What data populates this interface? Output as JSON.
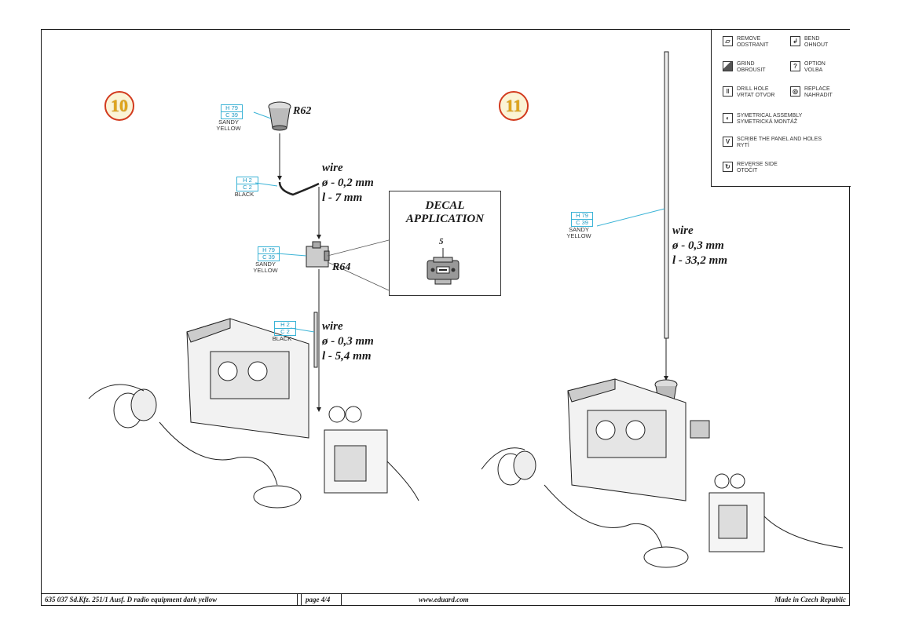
{
  "steps": {
    "step10": "10",
    "step11": "11"
  },
  "paints": {
    "r62": {
      "h": "H 79",
      "c": "C 39",
      "name": "SANDY\nYELLOW"
    },
    "wire1": {
      "h": "H 2",
      "c": "C 2",
      "name": "BLACK"
    },
    "r64": {
      "h": "H 79",
      "c": "C 39",
      "name": "SANDY\nYELLOW"
    },
    "wire2": {
      "h": "H 2",
      "c": "C 2",
      "name": "BLACK"
    },
    "antenna": {
      "h": "H 79",
      "c": "C 39",
      "name": "SANDY\nYELLOW"
    }
  },
  "parts": {
    "r62": "R62",
    "r64": "R64"
  },
  "wires": {
    "w1": {
      "title": "wire",
      "diameter": "ø - 0,2 mm",
      "length": "l - 7 mm"
    },
    "w2": {
      "title": "wire",
      "diameter": "ø - 0,3 mm",
      "length": "l - 5,4 mm"
    },
    "w3": {
      "title": "wire",
      "diameter": "ø - 0,3 mm",
      "length": "l - 33,2 mm"
    }
  },
  "decal": {
    "title_line1": "DECAL",
    "title_line2": "APPLICATION",
    "number": "5"
  },
  "legend": [
    {
      "icon": "remove-icon",
      "en": "REMOVE",
      "cz": "ODSTRANIT"
    },
    {
      "icon": "bend-icon",
      "en": "BEND",
      "cz": "OHNOUT"
    },
    {
      "icon": "grind-icon",
      "en": "GRIND",
      "cz": "OBROUSIT"
    },
    {
      "icon": "option-icon",
      "en": "OPTION",
      "cz": "VOLBA"
    },
    {
      "icon": "drill-icon",
      "en": "DRILL HOLE",
      "cz": "VRTAT OTVOR"
    },
    {
      "icon": "replace-icon",
      "en": "REPLACE",
      "cz": "NAHRADIT"
    },
    {
      "icon": "symmetrical-icon",
      "en": "SYMETRICAL ASSEMBLY",
      "cz": "SYMETRICKÁ MONTÁŽ"
    },
    {
      "icon": "scribe-icon",
      "en": "SCRIBE THE PANEL AND HOLES",
      "cz": "RYTÍ"
    },
    {
      "icon": "reverse-icon",
      "en": "REVERSE SIDE",
      "cz": "OTOČIT"
    }
  ],
  "footer": {
    "product": "635 037  Sd.Kfz. 251/1 Ausf. D radio equipment dark yellow",
    "page": "page 4/4",
    "url": "www.eduard.com",
    "made": "Made in Czech Republic"
  },
  "colors": {
    "paint_box": "#3ab3d6",
    "badge_ring": "#d23a1e",
    "badge_number": "#e0a51a"
  }
}
